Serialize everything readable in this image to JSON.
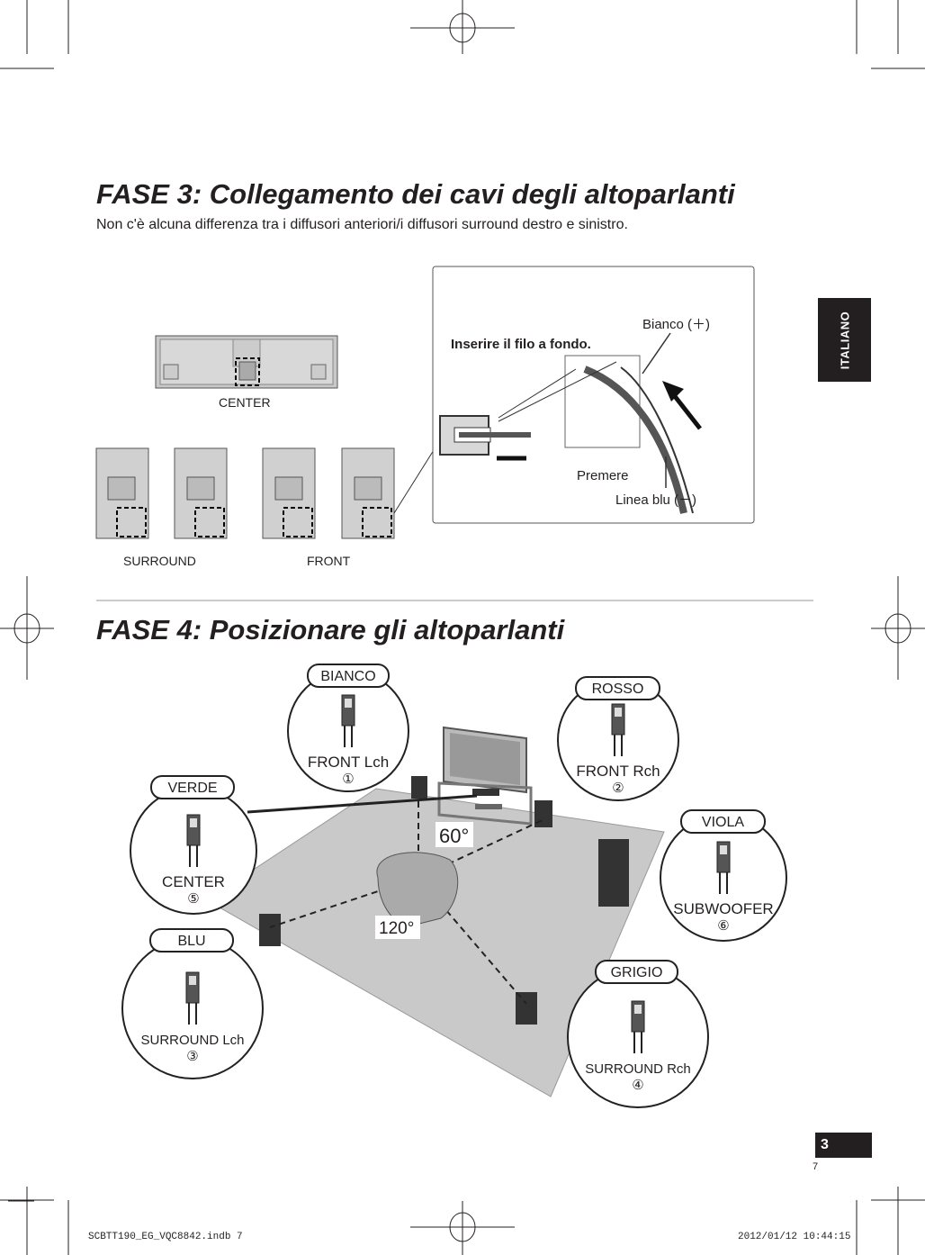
{
  "step3": {
    "title": "FASE 3: Collegamento dei cavi degli altoparlanti",
    "subtitle": "Non c'è alcuna differenza tra i diffusori anteriori/i diffusori surround destro e sinistro.",
    "labels": {
      "center": "CENTER",
      "surround": "SURROUND",
      "front": "FRONT"
    },
    "detail": {
      "instruction": "Inserire il filo a fondo.",
      "white": "Bianco (＋)",
      "press": "Premere",
      "blue": "Linea blu (－)"
    }
  },
  "step4": {
    "title": "FASE 4: Posizionare gli altoparlanti",
    "angle_front": "60°",
    "angle_surround": "120°",
    "speakers": [
      {
        "color": "BIANCO",
        "name": "FRONT Lch",
        "num": "①"
      },
      {
        "color": "ROSSO",
        "name": "FRONT Rch",
        "num": "②"
      },
      {
        "color": "VERDE",
        "name": "CENTER",
        "num": "⑤"
      },
      {
        "color": "VIOLA",
        "name": "SUBWOOFER",
        "num": "⑥"
      },
      {
        "color": "BLU",
        "name": "SURROUND Lch",
        "num": "③"
      },
      {
        "color": "GRIGIO",
        "name": "SURROUND Rch",
        "num": "④"
      }
    ]
  },
  "side_tab": "ITALIANO",
  "page": {
    "section": "3",
    "number": "7"
  },
  "footer": {
    "file": "SCBTT190_EG_VQC8842.indb   7",
    "timestamp": "2012/01/12   10:44:15"
  }
}
